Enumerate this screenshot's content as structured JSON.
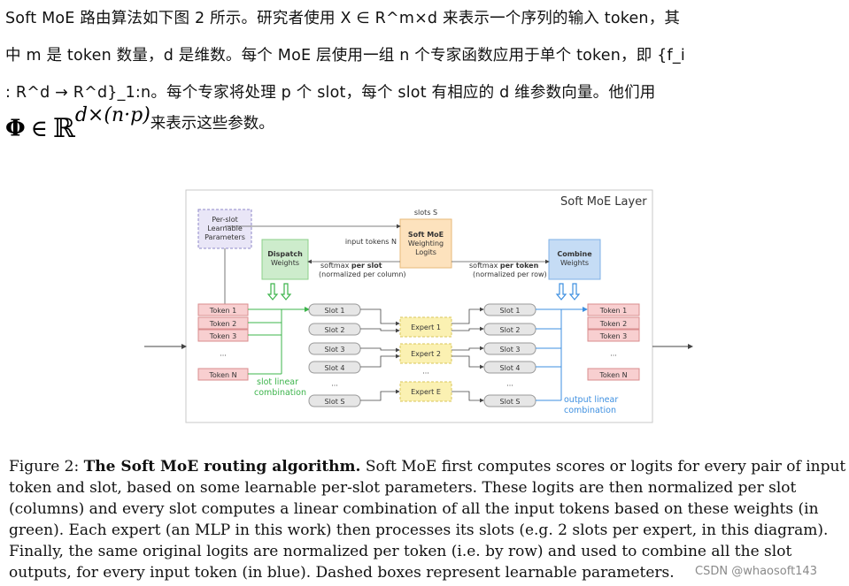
{
  "intro": {
    "line1": "Soft MoE 路由算法如下图 2 所示。研究者使用 X ∈ R^m×d 来表示一个序列的输入 token，其",
    "line2": "中 m 是 token 数量，d 是维数。每个 MoE 层使用一组 n 个专家函数应用于单个 token，即 {f_i",
    "line3": ": R^d → R^d}_1:n。每个专家将处理 p 个 slot，每个 slot 有相应的 d 维参数向量。他们用",
    "math": {
      "phi": "Φ",
      "in": "∈",
      "R": "ℝ",
      "sup": "d×(n·p)",
      "after": "来表示这些参数。"
    }
  },
  "diagram": {
    "title": "Soft MoE Layer",
    "per_slot": [
      "Per-slot",
      "Learnable",
      "Parameters"
    ],
    "dispatch": [
      "Dispatch",
      "Weights"
    ],
    "softmoe": [
      "Soft MoE",
      "Weighting",
      "Logits"
    ],
    "combine": [
      "Combine",
      "Weights"
    ],
    "slots_s": "slots S",
    "input_tokens": "input tokens N",
    "softmax_slot": [
      "softmax ",
      "per slot"
    ],
    "softmax_slot_note": "(normalized per column)",
    "softmax_token": [
      "softmax ",
      "per token"
    ],
    "softmax_token_note": "(normalized per row)",
    "tokens_in": [
      "Token 1",
      "Token 2",
      "Token 3",
      "Token N"
    ],
    "slots_in": [
      "Slot 1",
      "Slot 2",
      "Slot 3",
      "Slot 4",
      "Slot S"
    ],
    "experts": [
      "Expert 1",
      "Expert 2",
      "Expert E"
    ],
    "slots_out": [
      "Slot 1",
      "Slot 2",
      "Slot 3",
      "Slot 4",
      "Slot S"
    ],
    "tokens_out": [
      "Token 1",
      "Token 2",
      "Token 3",
      "Token N"
    ],
    "ellipsis": "···",
    "slot_linear": [
      "slot linear",
      "combination"
    ],
    "output_linear": [
      "output linear",
      "combination"
    ],
    "colors": {
      "token": "#f8cfd0",
      "slot": "#e6e6e6",
      "expert": "#fbf1b2",
      "dispatch": "#cdeccc",
      "softmoe": "#fde2bd",
      "combine": "#c5dcf5",
      "green": "#3cb44b",
      "blue": "#3d8fe0"
    }
  },
  "caption": {
    "label": "Figure 2:",
    "title": "The Soft MoE routing algorithm.",
    "line1_rest": " Soft MoE first computes scores or logits for every pair of input",
    "line2": "token and slot, based on some learnable per-slot parameters.  These logits are then normalized per slot",
    "line3": "(columns) and every slot computes a linear combination of all the input tokens based on these weights (in",
    "line4": "green). Each expert (an MLP in this work) then processes its slots (e.g. 2 slots per expert, in this diagram).",
    "line5": "Finally, the same original logits are normalized per token (i.e. by row) and used to combine all the slot",
    "line6": "outputs, for every input token (in blue). Dashed boxes represent learnable parameters."
  },
  "watermark": "CSDN @whaosoft143"
}
